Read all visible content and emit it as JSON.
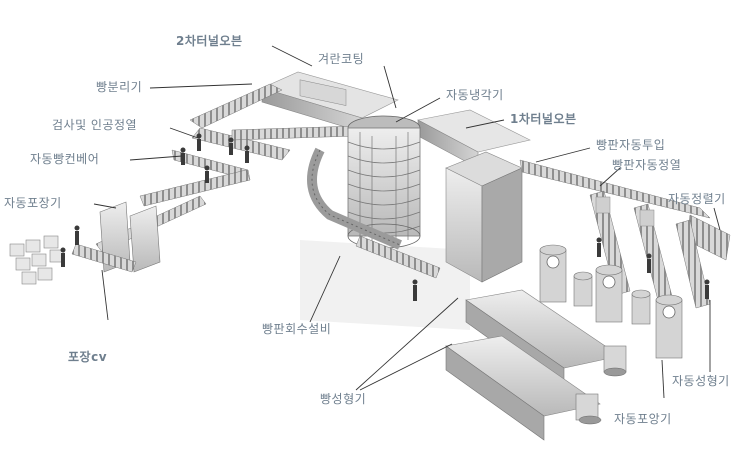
{
  "labels": {
    "tunnel_oven_2": "2차터널오븐",
    "glaze_coating": "겨란코팅",
    "bread_separator": "빵분리기",
    "auto_cooler": "자동냉각기",
    "inspection_manual_align": "검사및 인공정열",
    "tunnel_oven_1": "1차터널오븐",
    "pan_auto_feed": "빵판자동투입",
    "auto_bread_conveyor": "자동빵컨베어",
    "pan_auto_align": "빵판자동정열",
    "auto_packer": "자동포장기",
    "auto_aligner": "자동정렬기",
    "pan_recovery": "빵판회수설비",
    "packing_cv": "포장cv",
    "bread_former": "빵성형기",
    "auto_former": "자동성형기",
    "auto_packer_2": "자동포앙기"
  },
  "colors": {
    "label": "#6f7f8e",
    "leader": "#333333",
    "machine": "#cfcfcf",
    "machine_dark": "#8d8d8d"
  }
}
